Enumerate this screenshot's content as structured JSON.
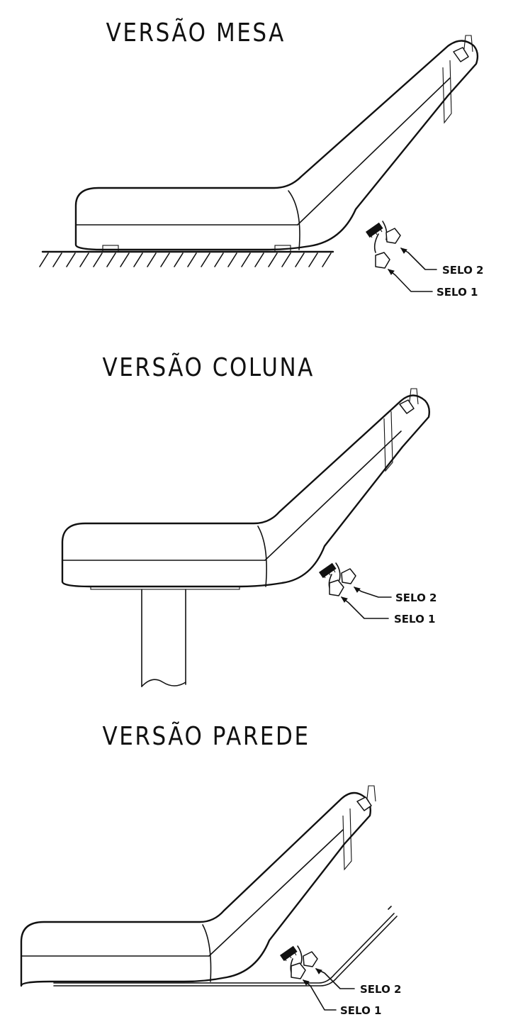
{
  "views": [
    {
      "title": "VERSÃO MESA",
      "mount": "table",
      "seal2_label": "SELO 2",
      "seal1_label": "SELO 1"
    },
    {
      "title": "VERSÃO COLUNA",
      "mount": "column",
      "seal2_label": "SELO 2",
      "seal1_label": "SELO 1"
    },
    {
      "title": "VERSÃO PAREDE",
      "mount": "wall",
      "seal2_label": "SELO 2",
      "seal1_label": "SELO 1"
    }
  ],
  "colors": {
    "ink": "#111111",
    "background": "#ffffff"
  }
}
